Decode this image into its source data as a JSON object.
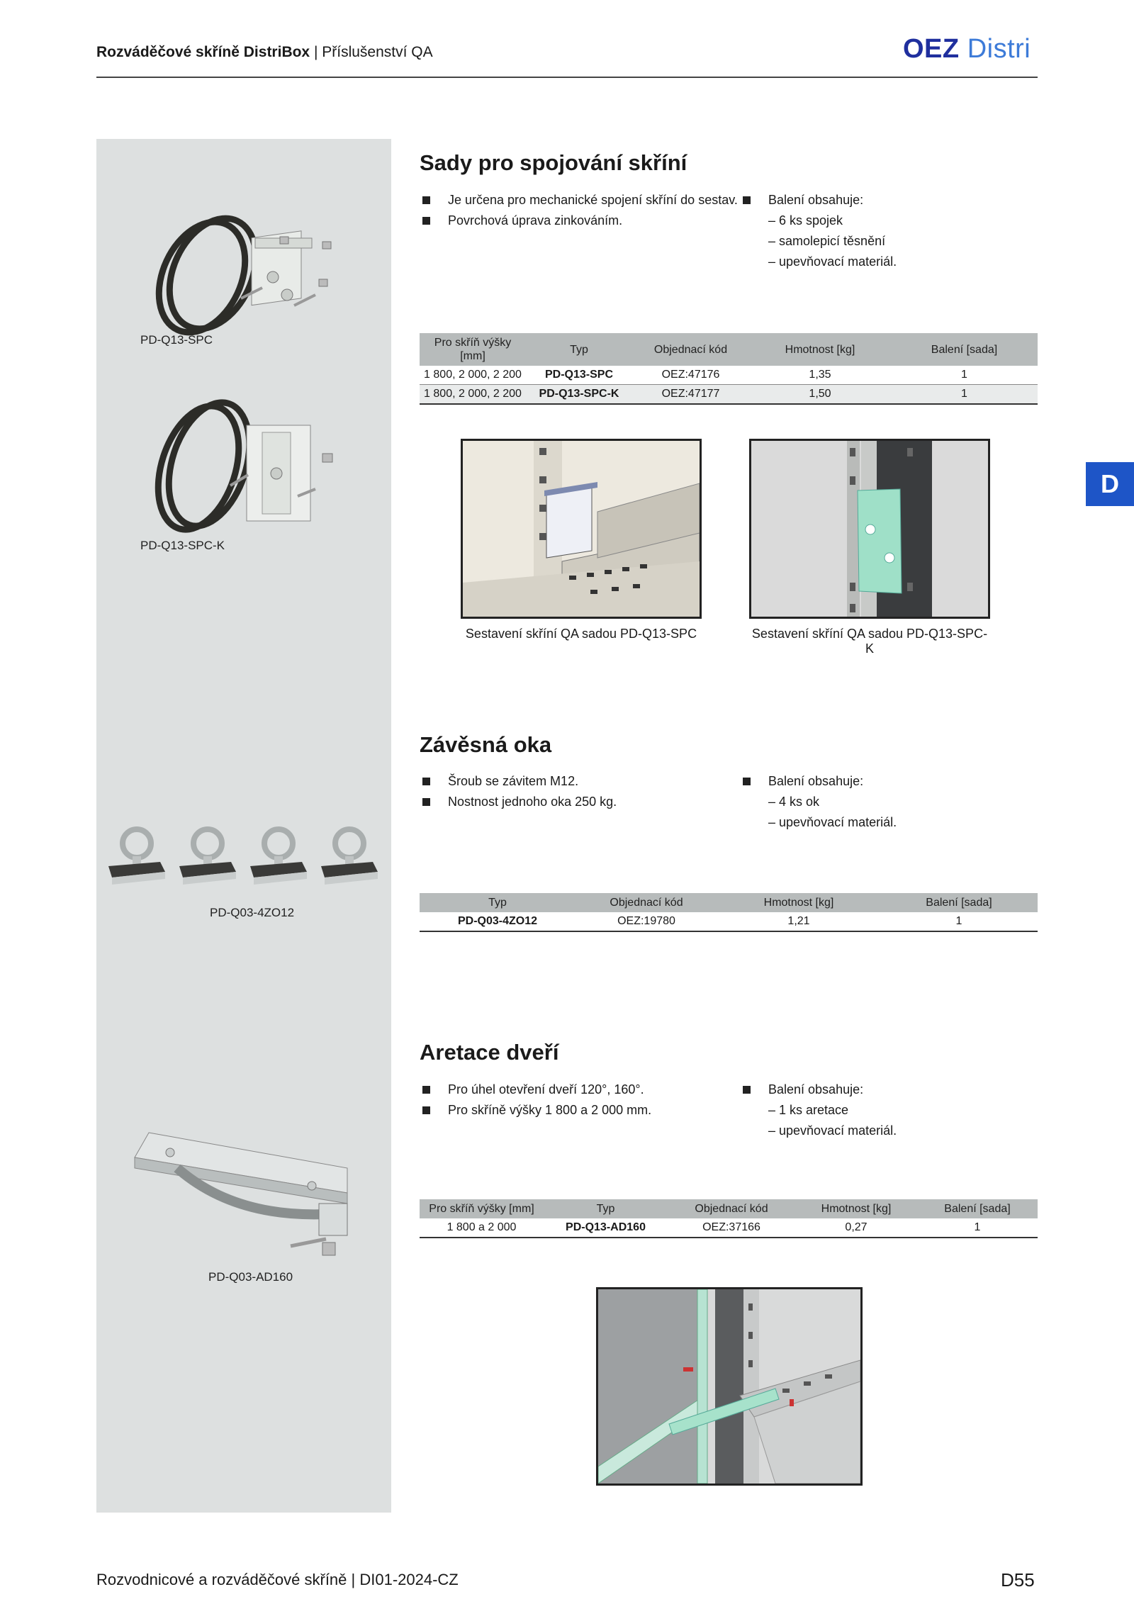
{
  "header": {
    "title_bold": "Rozváděčové skříně DistriBox",
    "title_sep": " | ",
    "title_rest": "Příslušenství QA",
    "logo_a": "OEZ",
    "logo_b": "Distri"
  },
  "side_tab": "D",
  "sections": [
    {
      "heading": "Sady pro spojování skříní",
      "bullets": [
        "Je určena pro mechanické spojení skříní do sestav.",
        "Povrchová úprava zinkováním."
      ],
      "package_title": "Balení obsahuje:",
      "package_items": [
        "– 6 ks spojek",
        "– samolepicí těsnění",
        "– upevňovací materiál."
      ],
      "table": {
        "headers": [
          "Pro skříň výšky [mm]",
          "Typ",
          "Objednací kód",
          "Hmotnost [kg]",
          "Balení [sada]"
        ],
        "rows": [
          [
            "1 800, 2 000, 2 200",
            "PD-Q13-SPC",
            "OEZ:47176",
            "1,35",
            "1"
          ],
          [
            "1 800, 2 000, 2 200",
            "PD-Q13-SPC-K",
            "OEZ:47177",
            "1,50",
            "1"
          ]
        ]
      },
      "captions": [
        "Sestavení skříní QA sadou PD-Q13-SPC",
        "Sestavení skříní QA sadou PD-Q13-SPC-K"
      ],
      "product_labels": [
        "PD-Q13-SPC",
        "PD-Q13-SPC-K"
      ]
    },
    {
      "heading": "Závěsná oka",
      "bullets": [
        "Šroub se závitem M12.",
        "Nostnost jednoho oka 250 kg."
      ],
      "package_title": "Balení obsahuje:",
      "package_items": [
        "– 4 ks ok",
        "– upevňovací materiál."
      ],
      "table": {
        "headers": [
          "Typ",
          "Objednací kód",
          "Hmotnost [kg]",
          "Balení [sada]"
        ],
        "rows": [
          [
            "PD-Q03-4ZO12",
            "OEZ:19780",
            "1,21",
            "1"
          ]
        ]
      },
      "product_labels": [
        "PD-Q03-4ZO12"
      ]
    },
    {
      "heading": "Aretace dveří",
      "bullets": [
        "Pro úhel otevření dveří 120°, 160°.",
        "Pro skříně výšky 1 800 a 2 000 mm."
      ],
      "package_title": "Balení obsahuje:",
      "package_items": [
        "– 1 ks aretace",
        "– upevňovací materiál."
      ],
      "table": {
        "headers": [
          "Pro skříň výšky [mm]",
          "Typ",
          "Objednací kód",
          "Hmotnost [kg]",
          "Balení [sada]"
        ],
        "rows": [
          [
            "1 800 a 2 000",
            "PD-Q13-AD160",
            "OEZ:37166",
            "0,27",
            "1"
          ]
        ]
      },
      "product_labels": [
        "PD-Q03-AD160"
      ]
    }
  ],
  "footer": {
    "text": "Rozvodnicové a rozváděčové skříně | DI01-2024-CZ",
    "page": "D55"
  }
}
